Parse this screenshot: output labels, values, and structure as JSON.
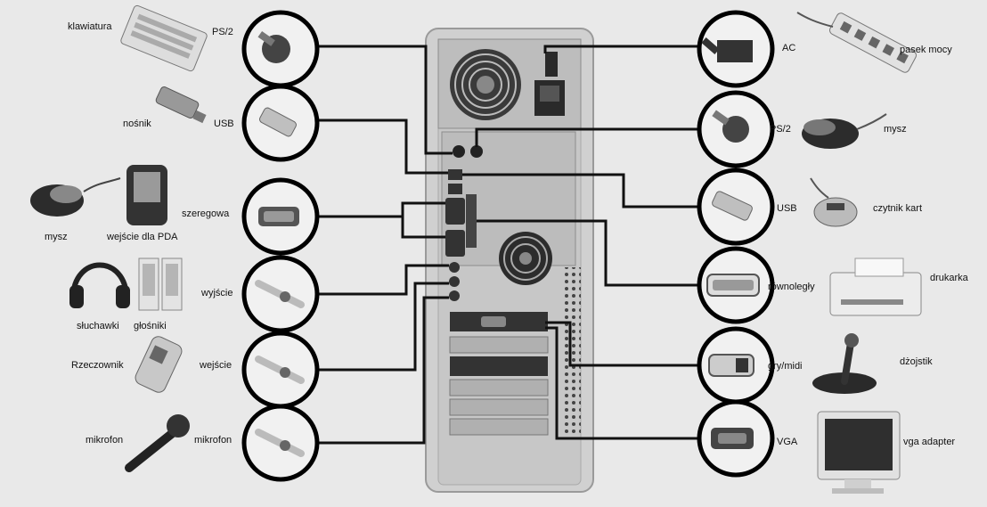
{
  "left": {
    "keyboard": {
      "device": "klawiatura",
      "port": "PS/2",
      "icon": "keyboard-icon"
    },
    "storage": {
      "device": "nośnik",
      "port": "USB",
      "icon": "usb-stick-icon"
    },
    "serial": {
      "device1": "mysz",
      "device2": "wejście dla PDA",
      "port": "szeregowa",
      "icon": "serial-connector-icon"
    },
    "output": {
      "device1": "słuchawki",
      "device2": "głośniki",
      "port": "wyjście",
      "icon": "audio-jack-icon"
    },
    "input": {
      "device": "Rzeczownik",
      "port": "wejście",
      "icon": "audio-jack-icon"
    },
    "mic": {
      "device": "mikrofon",
      "port": "mikrofon",
      "icon": "audio-jack-icon"
    }
  },
  "right": {
    "ac": {
      "port": "AC",
      "device": "pasek mocy",
      "icon": "power-plug-icon"
    },
    "ps2": {
      "port": "PS/2",
      "device": "mysz",
      "icon": "ps2-plug-icon"
    },
    "usb": {
      "port": "USB",
      "device": "czytnik kart",
      "icon": "usb-plug-icon"
    },
    "parallel": {
      "port": "równoległy",
      "device": "drukarka",
      "icon": "parallel-connector-icon"
    },
    "game": {
      "port": "gry/midi",
      "device": "dżojstik",
      "icon": "game-port-icon"
    },
    "vga": {
      "port": "VGA",
      "device": "vga adapter",
      "icon": "vga-connector-icon"
    }
  },
  "colors": {
    "background": "#e9e9e9",
    "line": "#111111",
    "case": "#d4d4d4",
    "ring": "#000000"
  }
}
